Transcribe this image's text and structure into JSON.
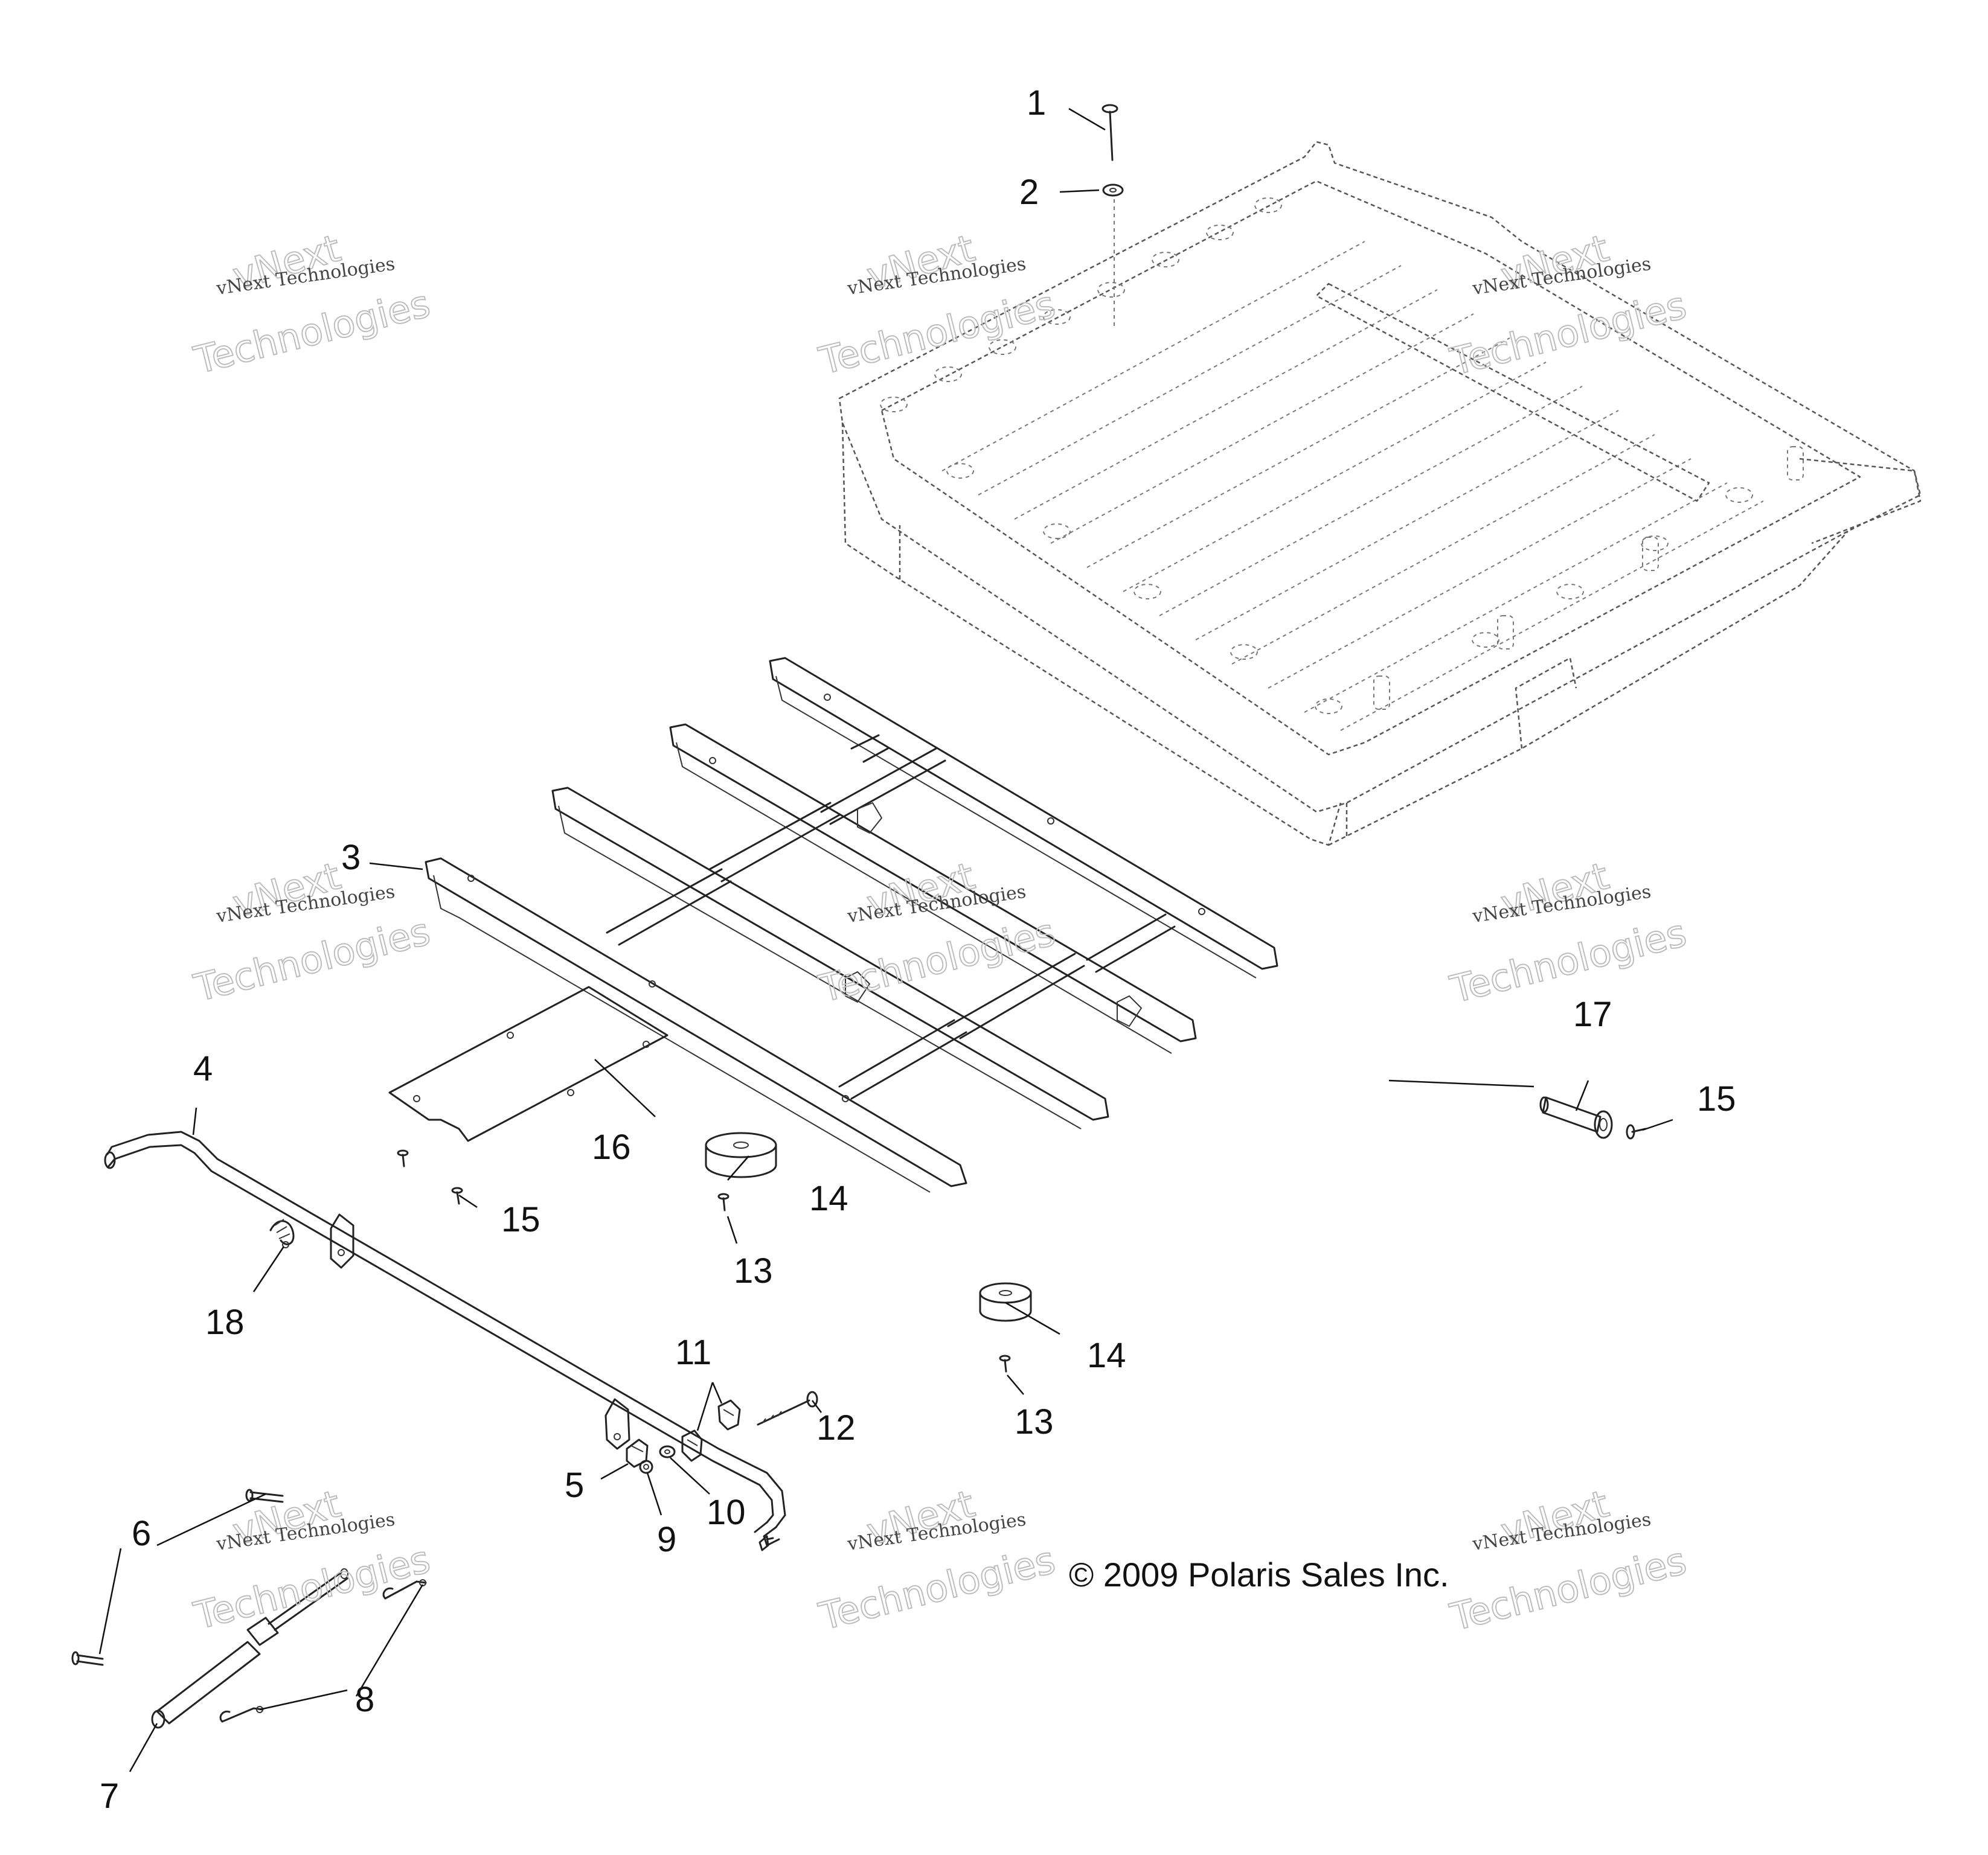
{
  "callouts": [
    {
      "id": "1",
      "text": "1"
    },
    {
      "id": "2",
      "text": "2"
    },
    {
      "id": "3",
      "text": "3"
    },
    {
      "id": "4",
      "text": "4"
    },
    {
      "id": "5",
      "text": "5"
    },
    {
      "id": "6",
      "text": "6"
    },
    {
      "id": "7",
      "text": "7"
    },
    {
      "id": "8",
      "text": "8"
    },
    {
      "id": "9",
      "text": "9"
    },
    {
      "id": "10",
      "text": "10"
    },
    {
      "id": "11",
      "text": "11"
    },
    {
      "id": "12",
      "text": "12"
    },
    {
      "id": "13a",
      "text": "13"
    },
    {
      "id": "13b",
      "text": "13"
    },
    {
      "id": "14a",
      "text": "14"
    },
    {
      "id": "14b",
      "text": "14"
    },
    {
      "id": "15a",
      "text": "15"
    },
    {
      "id": "15b",
      "text": "15"
    },
    {
      "id": "16",
      "text": "16"
    },
    {
      "id": "17",
      "text": "17"
    },
    {
      "id": "18",
      "text": "18"
    }
  ],
  "copyright": "© 2009 Polaris Sales Inc.",
  "watermark": {
    "line1": "vNext Technologies",
    "line2": "vNext",
    "line3": "Technologies"
  }
}
